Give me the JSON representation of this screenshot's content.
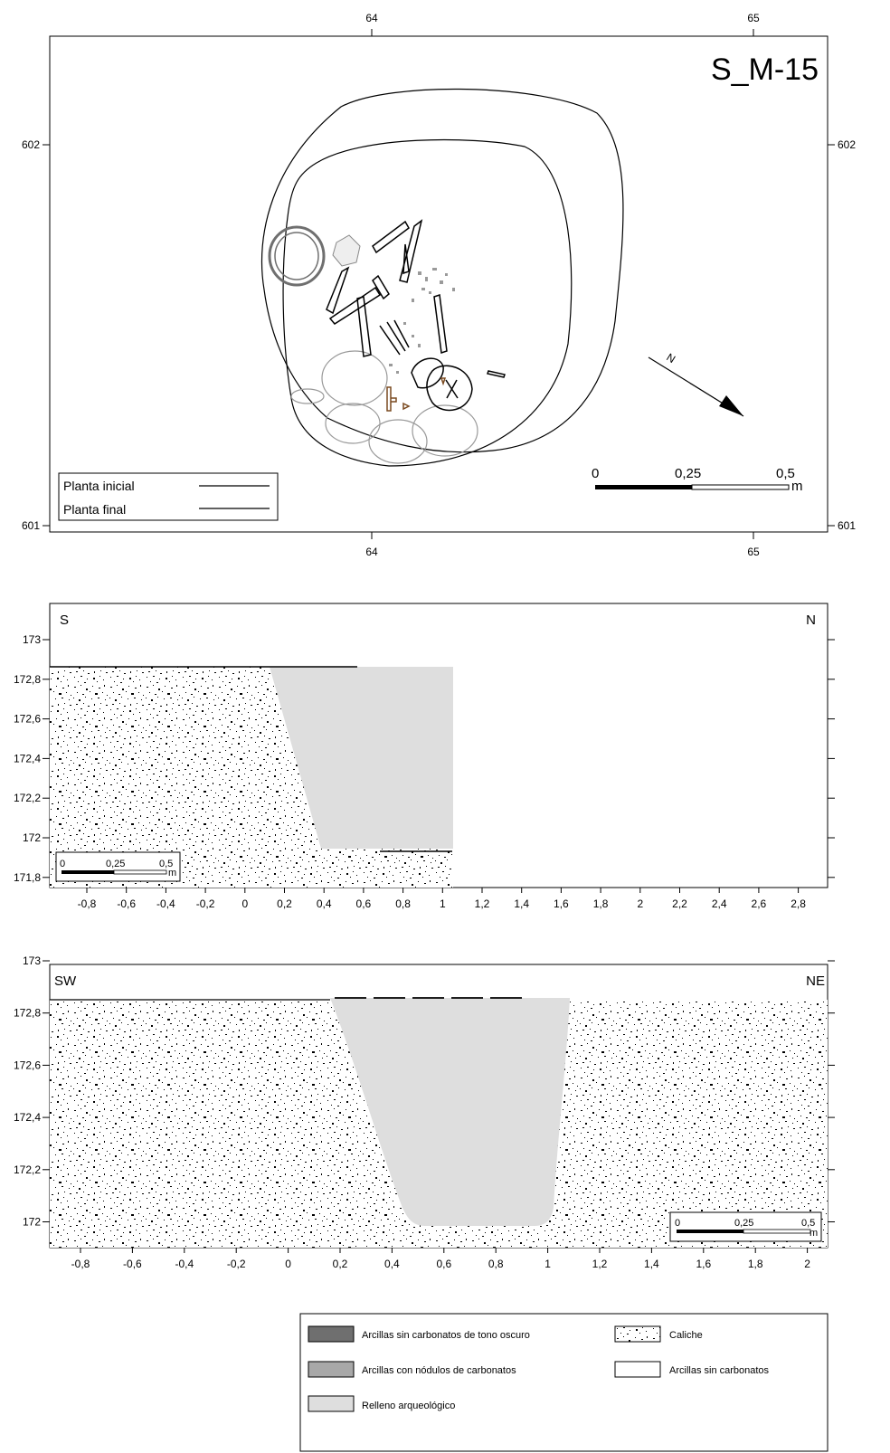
{
  "plan": {
    "title": "S_M-15",
    "x_ticks": [
      "64",
      "65"
    ],
    "y_ticks": [
      "602",
      "601"
    ],
    "legend": [
      {
        "label": "Planta inicial",
        "color": "#000000"
      },
      {
        "label": "Planta final",
        "color": "#000000"
      }
    ],
    "scale": {
      "labels": [
        "0",
        "0,25",
        "0,5"
      ],
      "unit": "m"
    },
    "north_label": "N"
  },
  "section1": {
    "left_label": "S",
    "right_label": "N",
    "y_ticks": [
      "173",
      "172,8",
      "172,6",
      "172,4",
      "172,2",
      "172",
      "171,8"
    ],
    "x_ticks": [
      "-0,8",
      "-0,6",
      "-0,4",
      "-0,2",
      "0",
      "0,2",
      "0,4",
      "0,6",
      "0,8",
      "1",
      "1,2",
      "1,4",
      "1,6",
      "1,8",
      "2",
      "2,2",
      "2,4",
      "2,6",
      "2,8"
    ],
    "scale": {
      "labels": [
        "0",
        "0,25",
        "0,5"
      ],
      "unit": "m"
    }
  },
  "section2": {
    "left_label": "SW",
    "right_label": "NE",
    "y_ticks": [
      "173",
      "172,8",
      "172,6",
      "172,4",
      "172,2",
      "172"
    ],
    "x_ticks": [
      "-0,8",
      "-0,6",
      "-0,4",
      "-0,2",
      "0",
      "0,2",
      "0,4",
      "0,6",
      "0,8",
      "1",
      "1,2",
      "1,4",
      "1,6",
      "1,8",
      "2"
    ],
    "scale": {
      "labels": [
        "0",
        "0,25",
        "0,5"
      ],
      "unit": "m"
    }
  },
  "legend": {
    "items": [
      {
        "label": "Arcillas sin carbonatos de tono oscuro",
        "fill": "#6f6f6f",
        "pattern": "solid"
      },
      {
        "label": "Caliche",
        "fill": "#ffffff",
        "pattern": "speckle"
      },
      {
        "label": "Arcillas con nódulos de carbonatos",
        "fill": "#a8a8a8",
        "pattern": "solid"
      },
      {
        "label": "Arcillas sin carbonatos",
        "fill": "#ffffff",
        "pattern": "solid"
      },
      {
        "label": "Relleno arqueológico",
        "fill": "#dedede",
        "pattern": "solid"
      }
    ]
  }
}
